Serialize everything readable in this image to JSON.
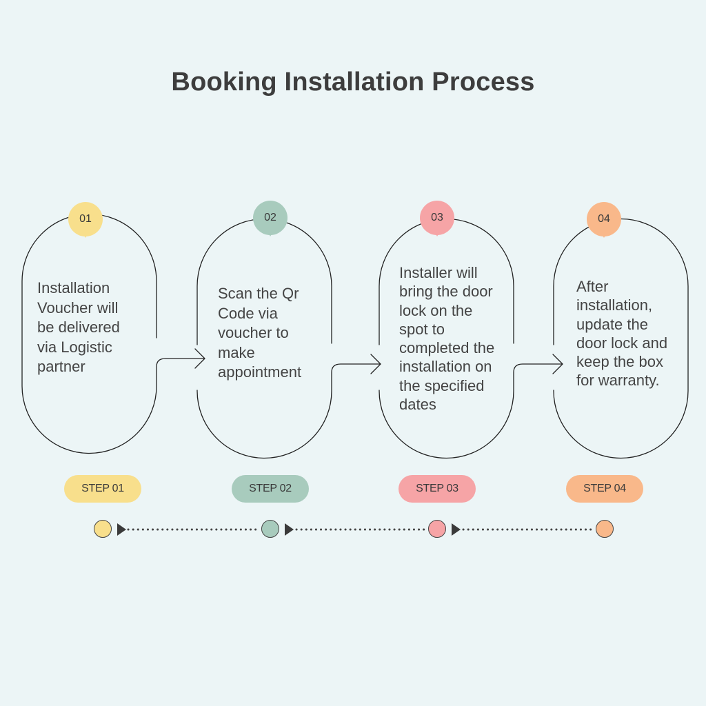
{
  "title": "Booking Installation Process",
  "colors": {
    "background": "#ecf5f6",
    "outline": "#222222",
    "text": "#3f3f3f",
    "step1": "#f8df8c",
    "step2": "#a8cbbd",
    "step3": "#f6a4a6",
    "step4": "#f9b88a"
  },
  "steps": [
    {
      "number": "01",
      "badge": "STEP 01",
      "description": "Installation\nVoucher will\nbe delivered\nvia Logistic\npartner",
      "color": "#f8df8c"
    },
    {
      "number": "02",
      "badge": "STEP 02",
      "description": "Scan the Qr\nCode via\nvoucher to\nmake\nappointment",
      "color": "#a8cbbd"
    },
    {
      "number": "03",
      "badge": "STEP 03",
      "description": "Installer will\nbring the door\nlock on the\nspot to\ncompleted the\ninstallation on\nthe specified\ndates",
      "color": "#f6a4a6"
    },
    {
      "number": "04",
      "badge": "STEP 04",
      "description": "After\ninstallation,\nupdate the\ndoor lock and\nkeep the box\nfor warranty.",
      "color": "#f9b88a"
    }
  ],
  "timeline": {
    "connector_style": "dotted-arrow",
    "node_count": 4
  }
}
